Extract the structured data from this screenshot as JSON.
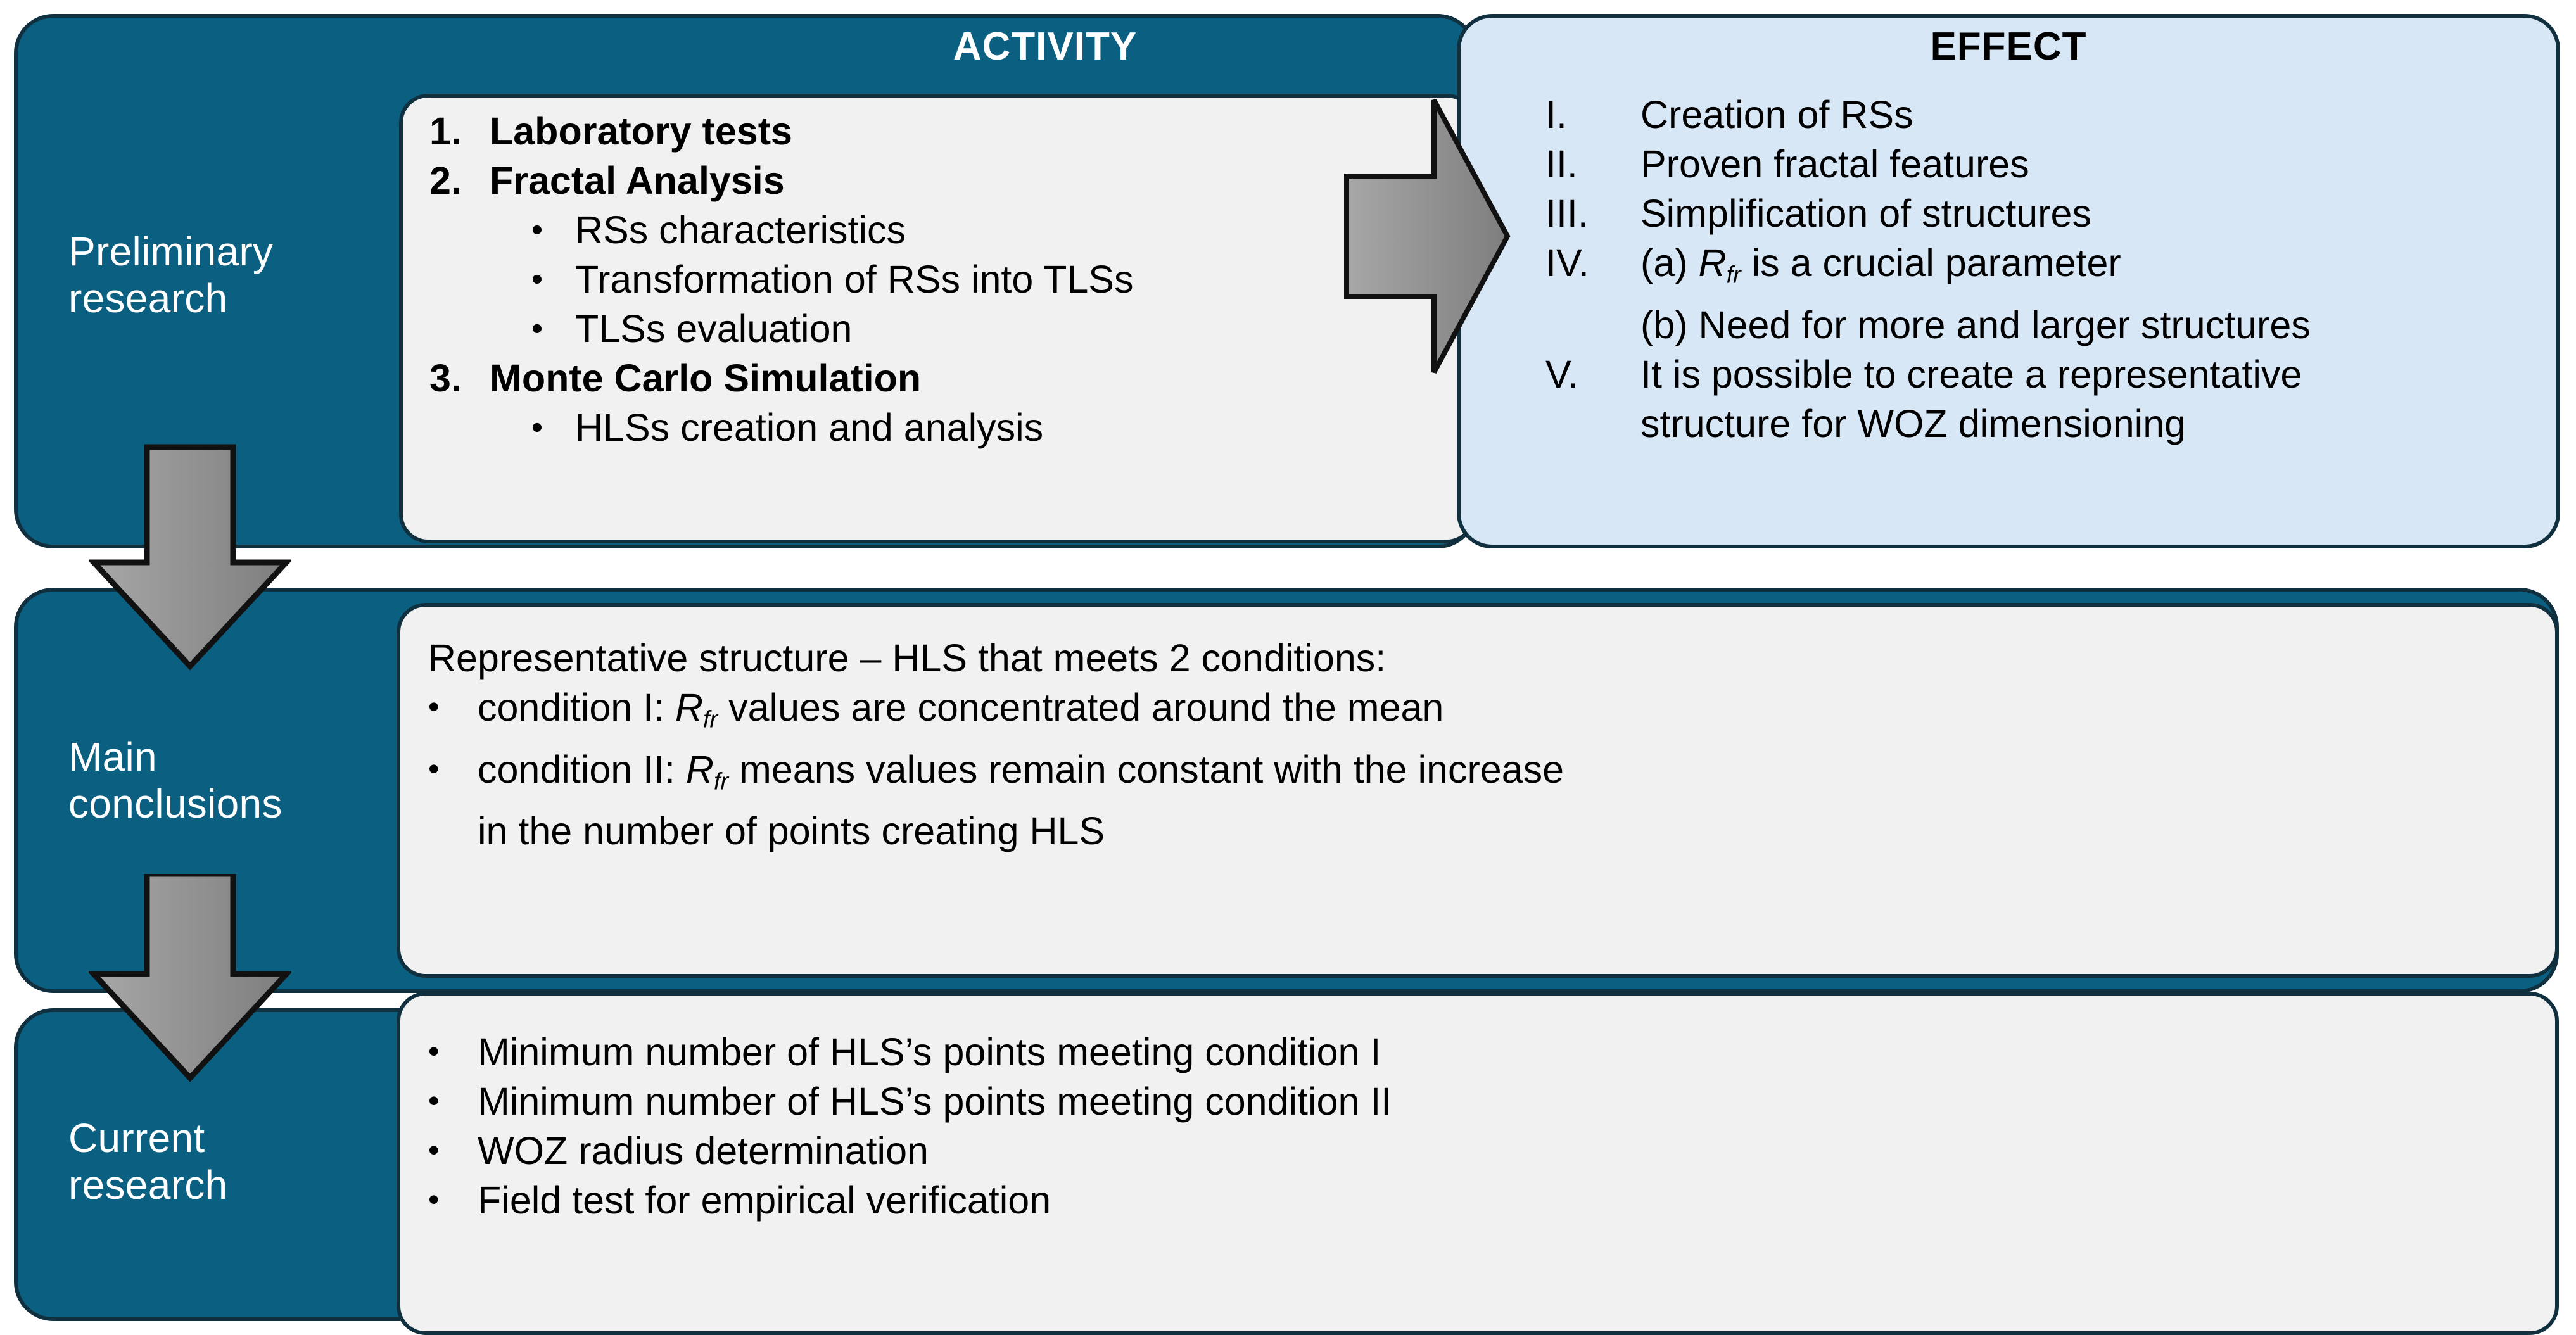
{
  "columns": {
    "activity_title": "ACTIVITY",
    "effect_title": "EFFECT"
  },
  "colors": {
    "teal_band": "#0B5F80",
    "outline": "#10303F",
    "panel_bg": "#F1F1F1",
    "effect_bg": "#D8E7F5",
    "arrow_fill": "#8E8E8E",
    "label_text": "#FFFFFF"
  },
  "sections": [
    {
      "label_line1": "Preliminary",
      "label_line2": "research",
      "activity": {
        "items": [
          {
            "marker": "1.",
            "text": "Laboratory tests",
            "style": "numbered-bold"
          },
          {
            "marker": "2.",
            "text": "Fractal Analysis",
            "style": "numbered-bold"
          },
          {
            "marker": "•",
            "text": "RSs characteristics",
            "style": "bullet-sub"
          },
          {
            "marker": "•",
            "text": "Transformation of RSs into TLSs",
            "style": "bullet-sub"
          },
          {
            "marker": "•",
            "text": "TLSs evaluation",
            "style": "bullet-sub"
          },
          {
            "marker": "3.",
            "text": "Monte Carlo Simulation",
            "style": "numbered-bold"
          },
          {
            "marker": "•",
            "text": "HLSs creation and analysis",
            "style": "bullet-sub"
          }
        ]
      },
      "effect": {
        "items": [
          {
            "marker": "I.",
            "text": "Creation of RSs"
          },
          {
            "marker": "II.",
            "text": "Proven fractal features"
          },
          {
            "marker": "III.",
            "text": "Simplification of structures"
          },
          {
            "marker": "IV.",
            "text": "(a) R_fr is a crucial parameter",
            "rich": "iv-a"
          },
          {
            "marker": "",
            "text": "(b) Need for more and larger structures"
          },
          {
            "marker": "V.",
            "text": "It is possible to create a representative"
          },
          {
            "marker": "",
            "text": "structure for WOZ dimensioning"
          }
        ]
      }
    },
    {
      "label_line1": "Main",
      "label_line2": "conclusions",
      "lead": "Representative structure – HLS that meets 2 conditions:",
      "items": [
        {
          "marker": "•",
          "text": "condition I: R_fr values are concentrated around the mean",
          "rich": "cond1"
        },
        {
          "marker": "•",
          "text": "condition II: R_fr means values remain constant with the increase",
          "rich": "cond2"
        },
        {
          "marker": "",
          "text": "in the number of points creating HLS"
        }
      ]
    },
    {
      "label_line1": "Current",
      "label_line2": "research",
      "items": [
        {
          "marker": "•",
          "text": "Minimum number of HLS’s points meeting condition I"
        },
        {
          "marker": "•",
          "text": "Minimum number of HLS’s points meeting condition II"
        },
        {
          "marker": "•",
          "text": "WOZ radius determination"
        },
        {
          "marker": "•",
          "text": "Field test for empirical verification"
        }
      ]
    }
  ],
  "symbols": {
    "r_base": "R",
    "r_sub": "fr"
  },
  "arrows": [
    {
      "name": "activity-to-effect-arrow",
      "direction": "right"
    },
    {
      "name": "preliminary-to-main-arrow",
      "direction": "down"
    },
    {
      "name": "main-to-current-arrow",
      "direction": "down"
    }
  ]
}
